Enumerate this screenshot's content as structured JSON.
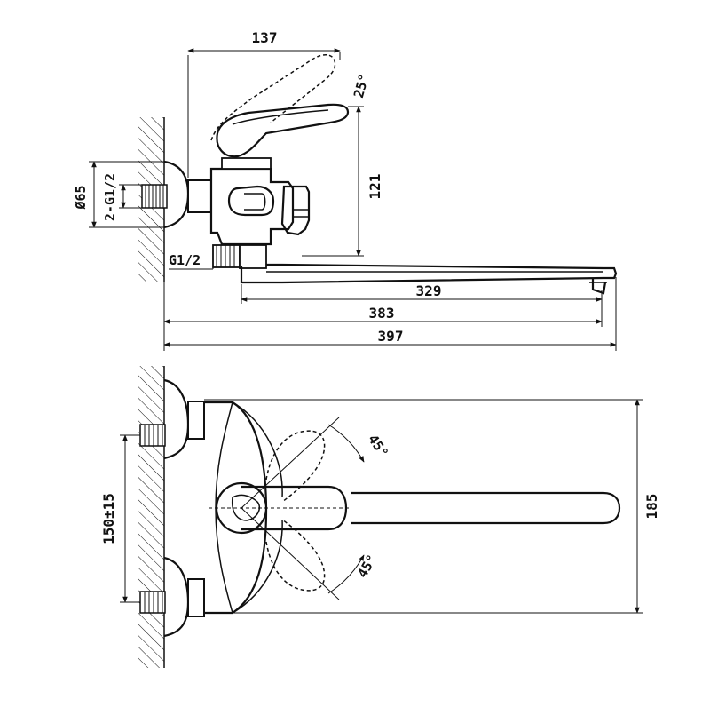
{
  "side_view": {
    "width_top": "137",
    "lever_angle": "25°",
    "height": "121",
    "diameter": "Ø65",
    "inlet_thread": "2-G1/2",
    "outlet_thread": "G1/2",
    "spout_reach": "329",
    "spout_total": "383",
    "overall_length": "397"
  },
  "top_view": {
    "rotation_upper": "45°",
    "rotation_lower": "45°",
    "center_distance": "150±15",
    "depth": "185"
  },
  "colors": {
    "line": "#111111",
    "background": "#ffffff"
  }
}
